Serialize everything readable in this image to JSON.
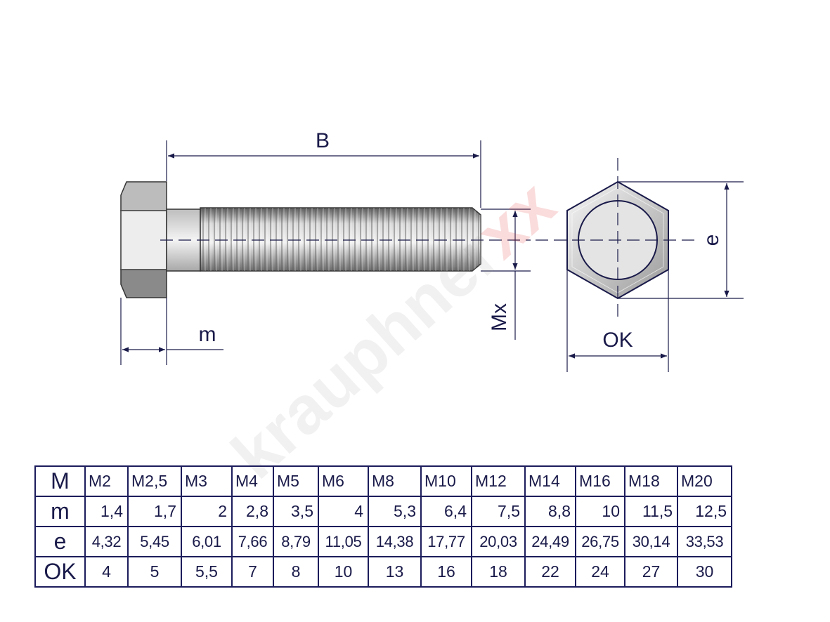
{
  "labels": {
    "B": "B",
    "m": "m",
    "Mx": "Mx",
    "OK": "OK",
    "e": "e"
  },
  "watermark": {
    "text": "krauphner",
    "accent": "xx"
  },
  "colors": {
    "line": "#1a1a4a",
    "steel_light": "#e2e2e2",
    "steel_dark": "#8c8c8c",
    "grid": "#1c1c5c"
  },
  "table": {
    "row_headers": [
      "M",
      "m",
      "e",
      "OK"
    ],
    "rows": {
      "M": [
        "M2",
        "M2,5",
        "M3",
        "M4",
        "M5",
        "M6",
        "M8",
        "M10",
        "M12",
        "M14",
        "M16",
        "M18",
        "M20"
      ],
      "m": [
        "1,4",
        "1,7",
        "2",
        "2,8",
        "3,5",
        "4",
        "5,3",
        "6,4",
        "7,5",
        "8,8",
        "10",
        "11,5",
        "12,5"
      ],
      "e": [
        "4,32",
        "5,45",
        "6,01",
        "7,66",
        "8,79",
        "11,05",
        "14,38",
        "17,77",
        "20,03",
        "24,49",
        "26,75",
        "30,14",
        "33,53"
      ],
      "OK": [
        "4",
        "5",
        "5,5",
        "7",
        "8",
        "10",
        "13",
        "16",
        "18",
        "22",
        "24",
        "27",
        "30"
      ]
    }
  }
}
